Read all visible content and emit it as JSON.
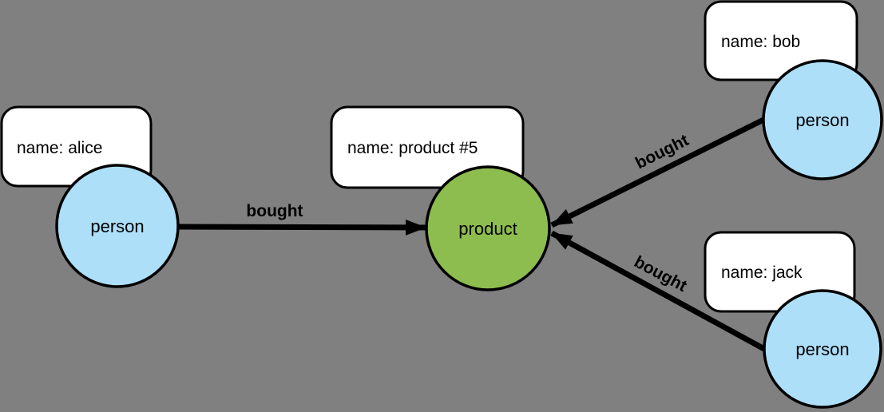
{
  "diagram": {
    "colors": {
      "background": "#808080",
      "person_fill": "#ADDFF9",
      "product_fill": "#8DBC4F",
      "node_stroke": "#000000",
      "box_fill": "#FFFFFF",
      "box_stroke": "#000000",
      "edge_color": "#000000",
      "text_color": "#000000"
    },
    "nodes": {
      "alice": {
        "label": "person",
        "property": "name: alice"
      },
      "product": {
        "label": "product",
        "property": "name: product #5"
      },
      "bob": {
        "label": "person",
        "property": "name: bob"
      },
      "jack": {
        "label": "person",
        "property": "name: jack"
      }
    },
    "edges": {
      "alice_product": {
        "label": "bought"
      },
      "bob_product": {
        "label": "bought"
      },
      "jack_product": {
        "label": "bought"
      }
    }
  }
}
